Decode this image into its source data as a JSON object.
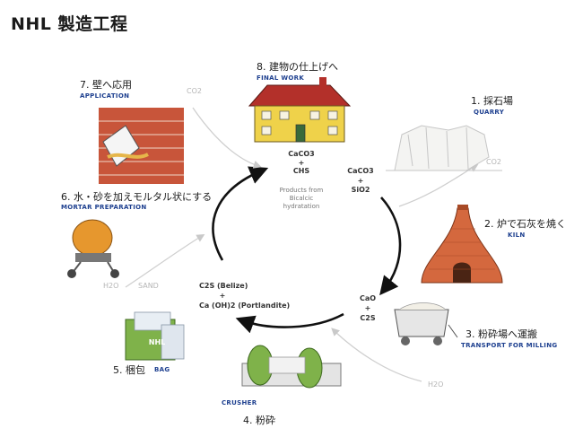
{
  "title": "NHL 製造工程",
  "steps": [
    {
      "num": "1. 採石場",
      "en": "QUARRY"
    },
    {
      "num": "2. 炉で石灰を焼く",
      "en": "KILN"
    },
    {
      "num": "3. 粉砕場へ運搬",
      "en": "TRANSPORT FOR MILLING"
    },
    {
      "num": "4. 粉砕",
      "en": "CRUSHER"
    },
    {
      "num": "5. 梱包",
      "en": "BAG"
    },
    {
      "num": "6. 水・砂を加えモルタル状にする",
      "en": "MORTAR PREPARATION"
    },
    {
      "num": "7. 壁へ応用",
      "en": "APPLICATION"
    },
    {
      "num": "8. 建物の仕上げへ",
      "en": "FINAL WORK"
    }
  ],
  "side_labels": {
    "co2_top": "CO2",
    "co2_right": "CO2",
    "h2o_left": "H2O",
    "sand": "SAND",
    "h2o_bottom": "H2O"
  },
  "chemistry": {
    "top_left_1": "CaCO3",
    "plus_1": "+",
    "top_left_2": "CHS",
    "products": "Products from Bicalcic hydratation",
    "top_right_1": "CaCO3",
    "plus_2": "+",
    "top_right_2": "SiO2",
    "right_1": "CaO",
    "plus_3": "+",
    "right_2": "C2S",
    "left_1": "C2S (Belize)",
    "plus_4": "+",
    "left_2": "Ca (OH)2 (Portlandite)"
  },
  "bag_label": "NHL",
  "colors": {
    "accent_blue": "#1d3f8f",
    "brick": "#c8553a",
    "kiln": "#d4683e",
    "house_yellow": "#efd24a",
    "roof_red": "#b3302a",
    "crusher_green": "#7fb24a",
    "mixer_orange": "#e6972e"
  }
}
